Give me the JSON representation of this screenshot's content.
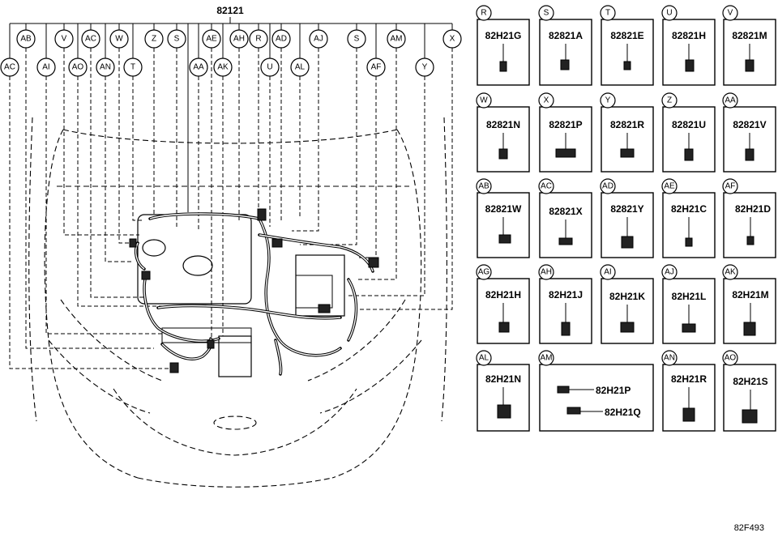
{
  "main_part": "82121",
  "diagram_code": "82F493",
  "bubbles_top": [
    "AB",
    "V",
    "AC",
    "W",
    "Z",
    "S",
    "AE",
    "AH",
    "R",
    "AD",
    "AJ",
    "S",
    "AM",
    "X"
  ],
  "bubbles_second": [
    "AC",
    "AI",
    "AO",
    "AN",
    "T",
    "AA",
    "AK",
    "U",
    "AL",
    "AF",
    "Y"
  ],
  "grid": [
    {
      "letter": "R",
      "part": "82H21G"
    },
    {
      "letter": "S",
      "part": "82821A"
    },
    {
      "letter": "T",
      "part": "82821E"
    },
    {
      "letter": "U",
      "part": "82821H"
    },
    {
      "letter": "V",
      "part": "82821M"
    },
    {
      "letter": "W",
      "part": "82821N"
    },
    {
      "letter": "X",
      "part": "82821P"
    },
    {
      "letter": "Y",
      "part": "82821R"
    },
    {
      "letter": "Z",
      "part": "82821U"
    },
    {
      "letter": "AA",
      "part": "82821V"
    },
    {
      "letter": "AB",
      "part": "82821W"
    },
    {
      "letter": "AC",
      "part": "82821X"
    },
    {
      "letter": "AD",
      "part": "82821Y"
    },
    {
      "letter": "AE",
      "part": "82H21C"
    },
    {
      "letter": "AF",
      "part": "82H21D"
    },
    {
      "letter": "AG",
      "part": "82H21H"
    },
    {
      "letter": "AH",
      "part": "82H21J"
    },
    {
      "letter": "AI",
      "part": "82H21K"
    },
    {
      "letter": "AJ",
      "part": "82H21L"
    },
    {
      "letter": "AK",
      "part": "82H21M"
    },
    {
      "letter": "AL",
      "part": "82H21N"
    },
    {
      "letter": "AM",
      "parts": [
        "82H21P",
        "82H21Q"
      ]
    },
    {
      "letter": "AN",
      "part": "82H21R"
    },
    {
      "letter": "AO",
      "part": "82H21S"
    }
  ]
}
